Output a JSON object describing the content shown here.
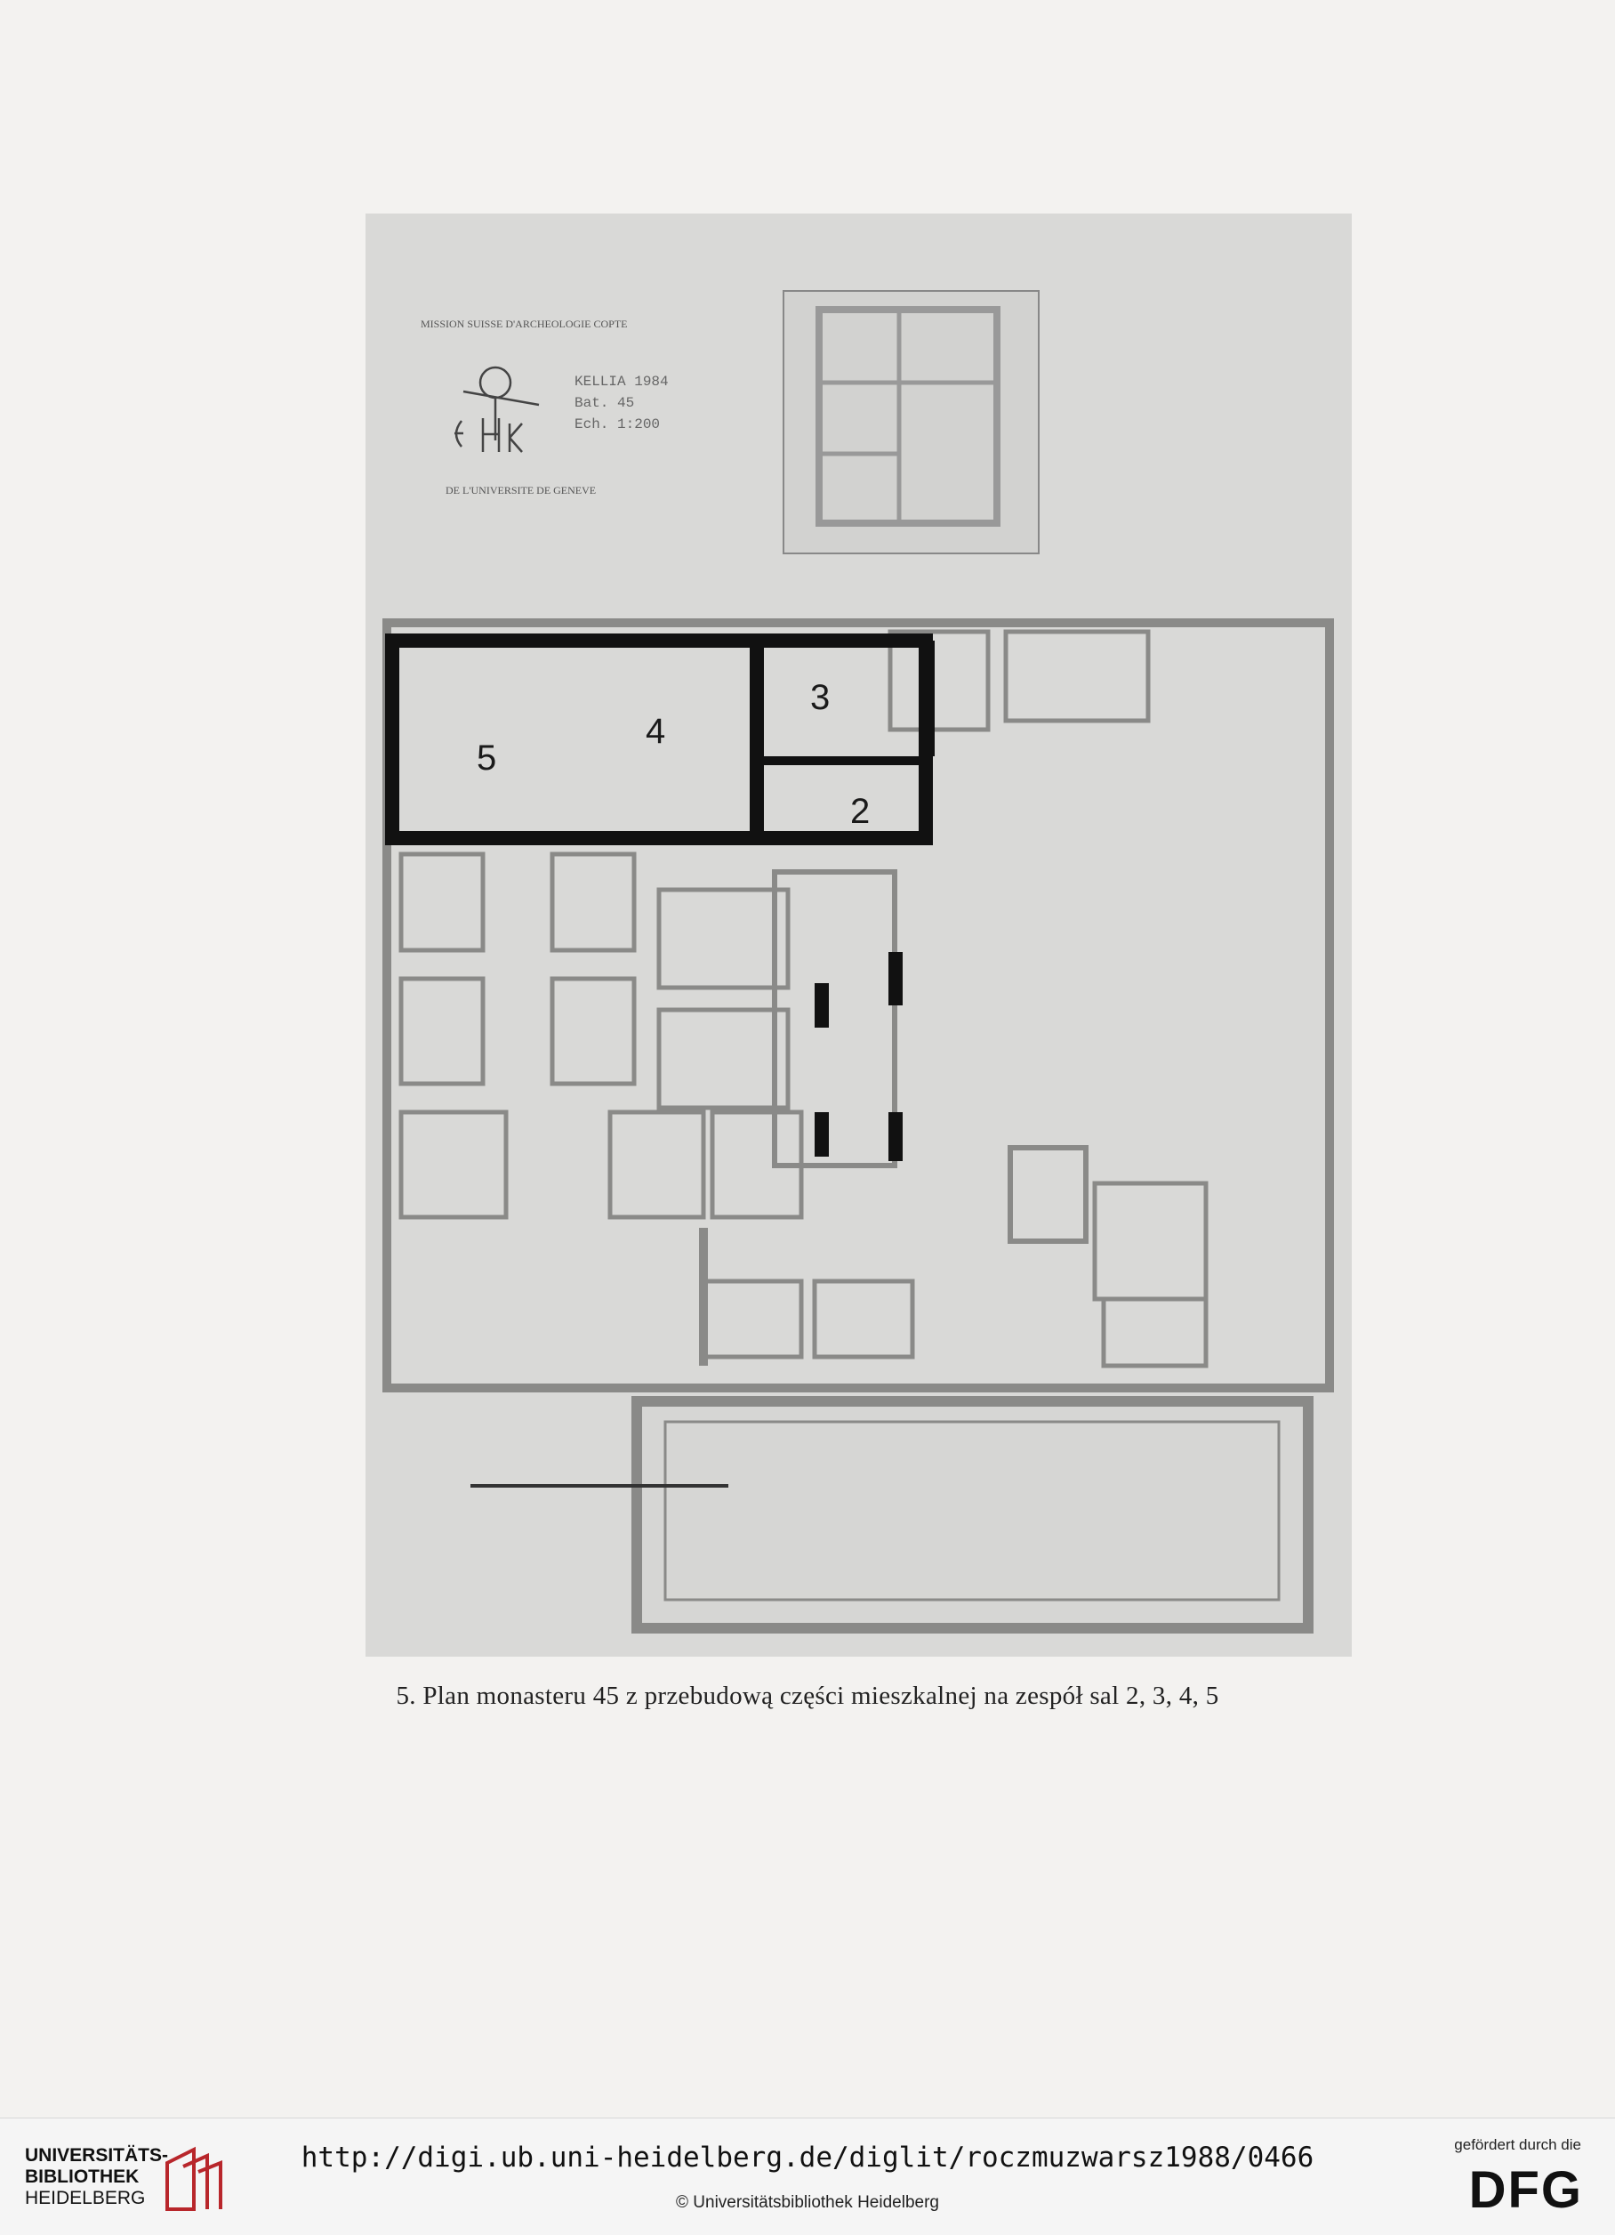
{
  "plate": {
    "legend_lines": [
      "MISSION SUISSE D'ARCHEOLOGIE COPTE",
      "KELLIA 1984",
      "Bat. 45",
      "Ech. 1:200",
      "DE L'UNIVERSITE DE GENEVE"
    ],
    "hall_labels": [
      "5",
      "4",
      "3",
      "2"
    ]
  },
  "caption": "5. Plan monasteru 45 z przebudową części mieszkalnej na zespół sal 2, 3, 4, 5",
  "footer": {
    "library_line1": "UNIVERSITÄTS-",
    "library_line2": "BIBLIOTHEK",
    "library_line3": "HEIDELBERG",
    "url": "http://digi.ub.uni-heidelberg.de/diglit/roczmuzwarsz1988/0466",
    "copyright": "© Universitätsbibliothek Heidelberg",
    "funding_label": "gefördert durch die",
    "funder_logo": "DFG"
  },
  "colors": {
    "ink": "#1a1a1a",
    "library_red": "#b8262b"
  }
}
